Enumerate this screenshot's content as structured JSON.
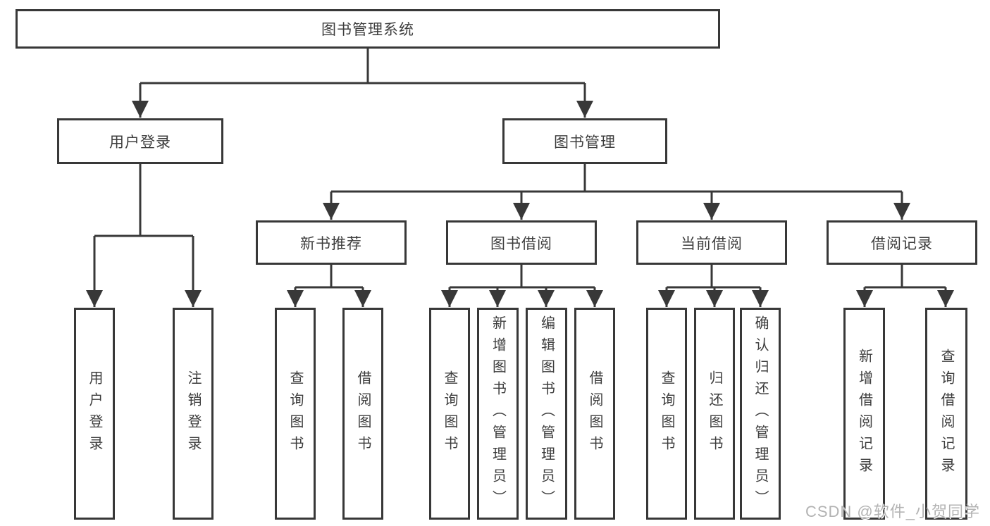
{
  "colors": {
    "line": "#383838",
    "text": "#3d3d3d",
    "watermark": "#b3b3b3"
  },
  "watermark": "CSDN @软件_小贺同学",
  "tree": {
    "label": "图书管理系统",
    "children": [
      {
        "label": "用户登录",
        "children": [
          {
            "label": "用户登录"
          },
          {
            "label": "注销登录"
          }
        ]
      },
      {
        "label": "图书管理",
        "children": [
          {
            "label": "新书推荐",
            "children": [
              {
                "label": "查询图书"
              },
              {
                "label": "借阅图书"
              }
            ]
          },
          {
            "label": "图书借阅",
            "children": [
              {
                "label": "查询图书"
              },
              {
                "label": "新增图书（管理员）"
              },
              {
                "label": "编辑图书（管理员）"
              },
              {
                "label": "借阅图书"
              }
            ]
          },
          {
            "label": "当前借阅",
            "children": [
              {
                "label": "查询图书"
              },
              {
                "label": "归还图书"
              },
              {
                "label": "确认归还（管理员）"
              }
            ]
          },
          {
            "label": "借阅记录",
            "children": [
              {
                "label": "新增借阅记录"
              },
              {
                "label": "查询借阅记录"
              }
            ]
          }
        ]
      }
    ]
  }
}
